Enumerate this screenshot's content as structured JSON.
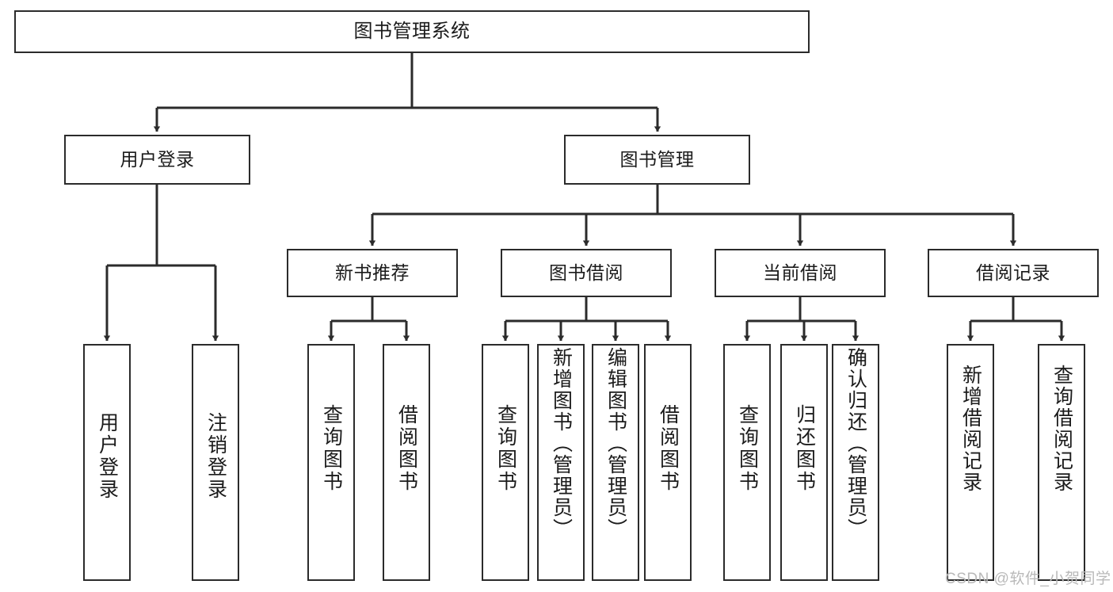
{
  "diagram": {
    "type": "tree-hierarchy",
    "title": "图书管理系统",
    "orientation": "top-down",
    "colors": {
      "box_border": "#2b2b2b",
      "box_fill": "#ffffff",
      "edge": "#2b2b2b",
      "text": "#1b1b1b",
      "watermark": "#b9b9b9",
      "background": "#ffffff"
    },
    "nodes": {
      "root": {
        "label": "图书管理系统",
        "level": 1
      },
      "level2": [
        {
          "id": "user-login",
          "label": "用户登录"
        },
        {
          "id": "book-manage",
          "label": "图书管理"
        }
      ],
      "level3": [
        {
          "id": "new-book-rec",
          "label": "新书推荐",
          "parent": "book-manage"
        },
        {
          "id": "book-borrow",
          "label": "图书借阅",
          "parent": "book-manage"
        },
        {
          "id": "current-borrow",
          "label": "当前借阅",
          "parent": "book-manage"
        },
        {
          "id": "borrow-record",
          "label": "借阅记录",
          "parent": "book-manage"
        }
      ],
      "leaves": [
        {
          "id": "leaf-user-login",
          "label": "用户登录",
          "parent": "user-login"
        },
        {
          "id": "leaf-logout",
          "label": "注销登录",
          "parent": "user-login"
        },
        {
          "id": "leaf-query-book-1",
          "label": "查询图书",
          "parent": "new-book-rec"
        },
        {
          "id": "leaf-borrow-book-1",
          "label": "借阅图书",
          "parent": "new-book-rec"
        },
        {
          "id": "leaf-query-book-2",
          "label": "查询图书",
          "parent": "book-borrow"
        },
        {
          "id": "leaf-add-book",
          "label": "新增图书（管理员）",
          "parent": "book-borrow"
        },
        {
          "id": "leaf-edit-book",
          "label": "编辑图书（管理员）",
          "parent": "book-borrow"
        },
        {
          "id": "leaf-borrow-book-2",
          "label": "借阅图书",
          "parent": "book-borrow"
        },
        {
          "id": "leaf-query-book-3",
          "label": "查询图书",
          "parent": "current-borrow"
        },
        {
          "id": "leaf-return-book",
          "label": "归还图书",
          "parent": "current-borrow"
        },
        {
          "id": "leaf-confirm-return",
          "label": "确认归还（管理员）",
          "parent": "current-borrow"
        },
        {
          "id": "leaf-add-record",
          "label": "新增借阅记录",
          "parent": "borrow-record"
        },
        {
          "id": "leaf-query-record",
          "label": "查询借阅记录",
          "parent": "borrow-record"
        }
      ]
    },
    "watermark": "CSDN @软件_小贺同学"
  }
}
